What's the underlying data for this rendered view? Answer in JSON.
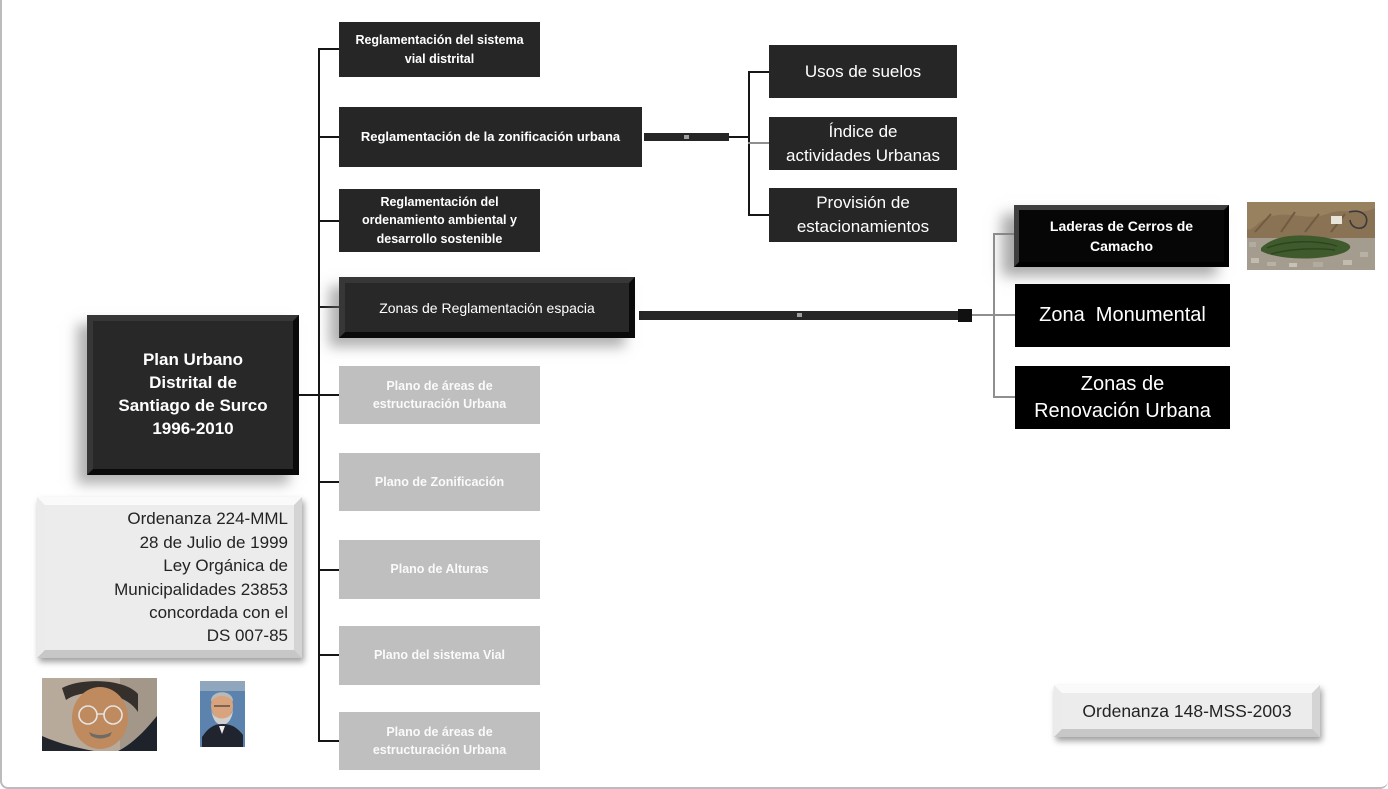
{
  "root_node": {
    "label": "Plan Urbano\nDistrital de\nSantiago de Surco\n1996-2010"
  },
  "branches": [
    {
      "label": "Reglamentación del sistema\nvial distrital"
    },
    {
      "label": "Reglamentación de la zonificación urbana"
    },
    {
      "label": "Reglamentación del\nordenamiento ambiental y\ndesarrollo sostenible"
    },
    {
      "label": "Zonas de Reglamentación espacia"
    },
    {
      "label": "Plano de áreas de\nestructuración Urbana"
    },
    {
      "label": "Plano de Zonificación"
    },
    {
      "label": "Plano de Alturas"
    },
    {
      "label": "Plano del sistema Vial"
    },
    {
      "label": "Plano de áreas de\nestructuración Urbana"
    }
  ],
  "zonificacion_children": [
    {
      "label": "Usos de suelos"
    },
    {
      "label": "Índice de\nactividades Urbanas"
    },
    {
      "label": "Provisión de\nestacionamientos"
    }
  ],
  "zonas_children": [
    {
      "label": "Laderas de Cerros de\nCamacho"
    },
    {
      "label": "Zona  Monumental"
    },
    {
      "label": "Zonas de\nRenovación Urbana"
    }
  ],
  "notes": {
    "ordenanza_left": "Ordenanza 224-MML\n28 de Julio de 1999\nLey Orgánica de\nMunicipalidades 23853\nconcordada con el\nDS 007-85",
    "ordenanza_right": "Ordenanza 148-MSS-2003"
  },
  "colors": {
    "dark_box": "#262626",
    "black_box": "#000000",
    "gray_box": "#bfbfbf",
    "plaque_box": "#ececec",
    "connector": "#161616"
  }
}
